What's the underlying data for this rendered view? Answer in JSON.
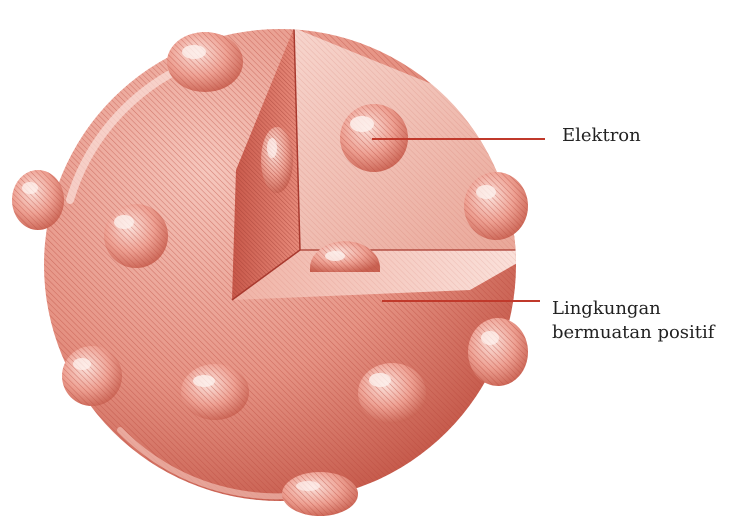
{
  "diagram": {
    "labels": {
      "electron": "Elektron",
      "positive_line1": "Lingkungan",
      "positive_line2": "bermuatan positif"
    },
    "colors": {
      "sphere_light": "#f3b9ae",
      "sphere_mid": "#e38a7b",
      "sphere_dark": "#c85a4c",
      "hatch": "#b8473a",
      "cut_face_light": "#f6cfc6",
      "cut_face_dark": "#d9705f",
      "leader_line": "#c0392b"
    }
  }
}
